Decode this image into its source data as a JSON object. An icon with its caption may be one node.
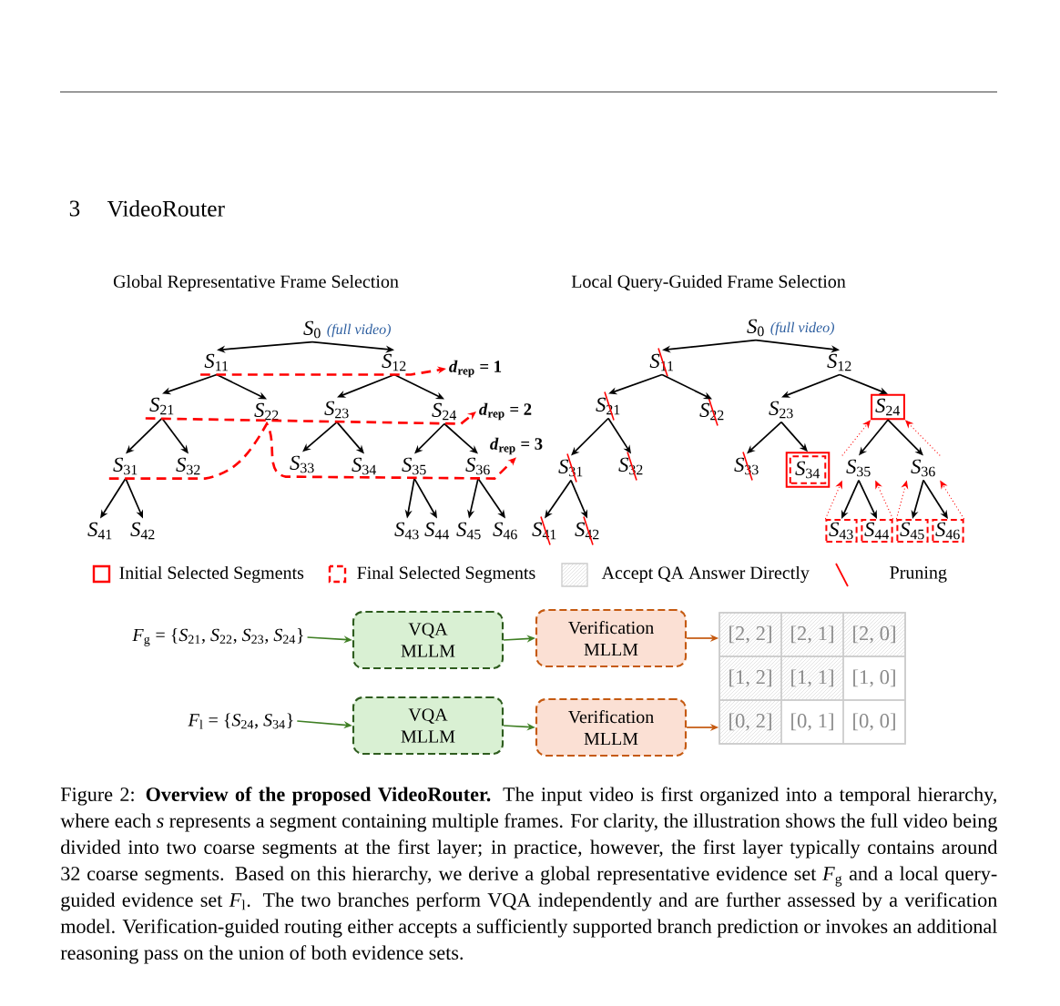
{
  "diagram": {
    "title": "VideoRouter",
    "caption": "Figure 2: **Overview of the proposed VideoRouter.** The input video is first organized into a temporal hierarchy, where each *s* represents a segment containing multiple frames. For clarity, the illustration shows the full video being divided into two coarse segments at the first layer; in practice, however, the first layer typically contains around 32 coarse segments. Based on this hierarchy, we derive a global representative evidence set *F*$_{g}$ and a local query-guided evidence set *F*$_{l}$. The two branches perform VQA independently and are further assessed by a verification model. Verification-guided routing either accepts a sufficiently supported branch prediction or invokes an additional reasoning pass on the union of both evidence sets.",
    "nodes": [
      {
        "text": [
          "*S*$_{0}$"
        ],
        "beside": [
          "(full video)"
        ]
      },
      {
        "text": [
          "*S*$_{11}$"
        ]
      },
      {
        "text": [
          "*S*$_{12}$"
        ]
      },
      {
        "text": [
          "*S*$_{21}$"
        ]
      },
      {
        "text": [
          "*S*$_{22}$"
        ]
      },
      {
        "text": [
          "*S*$_{23}$"
        ]
      },
      {
        "text": [
          "*S*$_{24}$"
        ]
      },
      {
        "text": [
          "*S*$_{31}$"
        ]
      },
      {
        "text": [
          "*S*$_{32}$"
        ]
      },
      {
        "text": [
          "*S*$_{33}$"
        ]
      },
      {
        "text": [
          "*S*$_{34}$"
        ]
      },
      {
        "text": [
          "*S*$_{35}$"
        ]
      },
      {
        "text": [
          "*S*$_{36}$"
        ]
      },
      {
        "text": [
          "*S*$_{41}$"
        ]
      },
      {
        "text": [
          "*S*$_{42}$"
        ]
      },
      {
        "text": [
          "*S*$_{43}$"
        ]
      },
      {
        "text": [
          "*S*$_{44}$"
        ]
      },
      {
        "text": [
          "*S*$_{45}$"
        ]
      },
      {
        "text": [
          "*S*$_{46}$"
        ]
      },
      {
        "text": [
          "*d*$_{rep}$ = 1"
        ]
      },
      {
        "text": [
          "*d*$_{rep}$ = 2"
        ]
      },
      {
        "text": [
          "*d*$_{rep}$ = 3"
        ]
      },
      {
        "text": [
          "*S*$_{0}$"
        ],
        "beside": [
          "(full video)"
        ]
      },
      {
        "text": [
          "*S*$_{11}$"
        ]
      },
      {
        "text": [
          "*S*$_{12}$"
        ]
      },
      {
        "text": [
          "*S*$_{21}$"
        ]
      },
      {
        "text": [
          "*S*$_{22}$"
        ]
      },
      {
        "text": [
          "*S*$_{23}$"
        ]
      },
      {
        "text": [
          "*S*$_{24}$"
        ]
      },
      {
        "text": [
          "*S*$_{31}$"
        ]
      },
      {
        "text": [
          "*S*$_{32}$"
        ]
      },
      {
        "text": [
          "*S*$_{33}$"
        ]
      },
      {
        "text": [
          "*S*$_{34}$"
        ]
      },
      {
        "text": [
          "*S*$_{35}$"
        ]
      },
      {
        "text": [
          "*S*$_{36}$"
        ]
      },
      {
        "text": [
          "*S*$_{41}$"
        ]
      },
      {
        "text": [
          "*S*$_{42}$"
        ]
      },
      {
        "text": [
          "*S*$_{43}$"
        ]
      },
      {
        "text": [
          "*S*$_{44}$"
        ]
      },
      {
        "text": [
          "*S*$_{45}$"
        ]
      },
      {
        "text": [
          "*S*$_{46}$"
        ]
      },
      {
        "text": [
          "*F*$_{g}$ = {*S*$_{21}$, *S*$_{22}$, *S*$_{23}$, *S*$_{24}$}"
        ]
      },
      {
        "text": [
          "VQA MLLM"
        ]
      },
      {
        "text": [
          "Verification MLLM"
        ]
      },
      {
        "text": [
          "*F*$_{l}$ = {*S*$_{24}$, *S*$_{34}$}"
        ]
      },
      {
        "text": [
          "VQA MLLM"
        ]
      },
      {
        "text": [
          "Verification MLLM"
        ]
      },
      {
        "text": [
          "[2, 2]",
          "[2, 1]",
          "[2, 0]",
          "[1, 2]",
          "[1, 1]",
          "[1, 0]",
          "[0, 2]",
          "[0, 1]",
          "[0, 0]"
        ]
      }
    ],
    "edges": [
      {
        "from": 0,
        "to": 1,
        "arrow": "to"
      },
      {
        "from": 0,
        "to": 2,
        "arrow": "to"
      },
      {
        "from": 1,
        "to": 3,
        "arrow": "to"
      },
      {
        "from": 1,
        "to": 4,
        "arrow": "to"
      },
      {
        "from": 2,
        "to": 5,
        "arrow": "to"
      },
      {
        "from": 2,
        "to": 6,
        "arrow": "to"
      },
      {
        "from": 3,
        "to": 7,
        "arrow": "to"
      },
      {
        "from": 3,
        "to": 8,
        "arrow": "to"
      },
      {
        "from": 5,
        "to": 9,
        "arrow": "to"
      },
      {
        "from": 5,
        "to": 10,
        "arrow": "to"
      },
      {
        "from": 6,
        "to": 11,
        "arrow": "to"
      },
      {
        "from": 6,
        "to": 12,
        "arrow": "to"
      },
      {
        "from": 7,
        "to": 13,
        "arrow": "to"
      },
      {
        "from": 7,
        "to": 14,
        "arrow": "to"
      },
      {
        "from": 11,
        "to": 15,
        "arrow": "to"
      },
      {
        "from": 11,
        "to": 16,
        "arrow": "to"
      },
      {
        "from": 12,
        "to": 17,
        "arrow": "to"
      },
      {
        "from": 12,
        "to": 18,
        "arrow": "to"
      },
      {
        "from": 1,
        "to": 19,
        "arrow": "to",
        "style": "dashed",
        "color": "#ff0000"
      },
      {
        "from": 3,
        "to": 20,
        "arrow": "to",
        "style": "dashed",
        "color": "#ff0000"
      },
      {
        "from": 7,
        "to": 21,
        "arrow": "to",
        "style": "dashed",
        "color": "#ff0000"
      },
      {
        "from": 22,
        "to": 23,
        "arrow": "to"
      },
      {
        "from": 22,
        "to": 24,
        "arrow": "to"
      },
      {
        "from": 23,
        "to": 25,
        "arrow": "to"
      },
      {
        "from": 23,
        "to": 26,
        "arrow": "to"
      },
      {
        "from": 24,
        "to": 27,
        "arrow": "to"
      },
      {
        "from": 24,
        "to": 28,
        "arrow": "to"
      },
      {
        "from": 25,
        "to": 29,
        "arrow": "to"
      },
      {
        "from": 25,
        "to": 30,
        "arrow": "to"
      },
      {
        "from": 27,
        "to": 31,
        "arrow": "to"
      },
      {
        "from": 27,
        "to": 32,
        "arrow": "to"
      },
      {
        "from": 28,
        "to": 33,
        "arrow": "to"
      },
      {
        "from": 28,
        "to": 34,
        "arrow": "to"
      },
      {
        "from": 29,
        "to": 35,
        "arrow": "to"
      },
      {
        "from": 29,
        "to": 36,
        "arrow": "to"
      },
      {
        "from": 33,
        "to": 37,
        "arrow": "to"
      },
      {
        "from": 33,
        "to": 38,
        "arrow": "to"
      },
      {
        "from": 34,
        "to": 39,
        "arrow": "to"
      },
      {
        "from": 34,
        "to": 40,
        "arrow": "to"
      },
      {
        "from": 33,
        "to": 28,
        "arrow": "to",
        "style": "dashed",
        "color": "#ff0000"
      },
      {
        "from": 34,
        "to": 28,
        "arrow": "to",
        "style": "dashed",
        "color": "#ff0000"
      },
      {
        "from": 37,
        "to": 33,
        "arrow": "to",
        "style": "dashed",
        "color": "#ff0000"
      },
      {
        "from": 38,
        "to": 33,
        "arrow": "to",
        "style": "dashed",
        "color": "#ff0000"
      },
      {
        "from": 39,
        "to": 34,
        "arrow": "to",
        "style": "dashed",
        "color": "#ff0000"
      },
      {
        "from": 40,
        "to": 34,
        "arrow": "to",
        "style": "dashed",
        "color": "#ff0000"
      },
      {
        "from": 41,
        "to": 42,
        "arrow": "to",
        "color": "#3f7f24"
      },
      {
        "from": 42,
        "to": 43,
        "arrow": "to",
        "color": "#3f7f24"
      },
      {
        "from": 43,
        "to": 47,
        "arrow": "to",
        "color": "#c55a11"
      },
      {
        "from": 44,
        "to": 45,
        "arrow": "to",
        "color": "#3f7f24"
      },
      {
        "from": 45,
        "to": 46,
        "arrow": "to",
        "color": "#3f7f24"
      },
      {
        "from": 46,
        "to": 47,
        "arrow": "to",
        "color": "#c55a11"
      }
    ],
    "labels": [
      "3",
      "Global Representative Frame Selection",
      "Local Query-Guided Frame Selection"
    ],
    "legend": [
      {
        "text": "Initial Selected Segments"
      },
      {
        "text": "Final Selected Segments"
      },
      {
        "text": "Accept QA Answer Directly"
      },
      {
        "text": "Pruning"
      }
    ]
  }
}
